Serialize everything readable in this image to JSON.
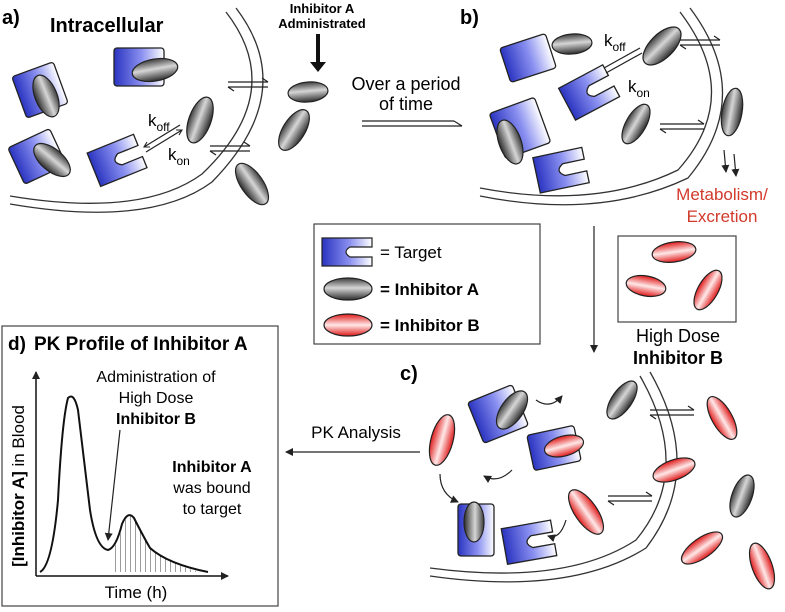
{
  "panels": {
    "a": {
      "label": "a)",
      "title": "Intracellular"
    },
    "b": {
      "label": "b)"
    },
    "c": {
      "label": "c)"
    },
    "d": {
      "label": "d)",
      "title": "PK Profile of Inhibitor A"
    }
  },
  "administered": {
    "line1": "Inhibitor A",
    "line2": "Administrated"
  },
  "over_time": {
    "line1": "Over a period",
    "line2": "of time"
  },
  "rates": {
    "k": "k",
    "off": "off",
    "on": "on"
  },
  "metabolism": {
    "line1": "Metabolism/",
    "line2": "Excretion"
  },
  "legend": {
    "target": "= Target",
    "inhibitor_a": "= Inhibitor A",
    "inhibitor_b": "= Inhibitor B"
  },
  "high_dose": {
    "line1": "High Dose",
    "line2": "Inhibitor B"
  },
  "pk_analysis": "PK Analysis",
  "plot": {
    "ylabel_bold": "[Inhibitor A]",
    "ylabel_rest": " in Blood",
    "xlabel": "Time (h)",
    "annot1": {
      "line1": "Administration of",
      "line2": "High Dose",
      "line3": "Inhibitor B"
    },
    "annot2": {
      "line1": "Inhibitor A",
      "line2": "was bound",
      "line3": "to target"
    }
  },
  "colors": {
    "metabolism": "#d23a2a",
    "target_blue": "#3c45c8",
    "inhibitor_a": "#3a3a3a",
    "inhibitor_b": "#e02828"
  }
}
